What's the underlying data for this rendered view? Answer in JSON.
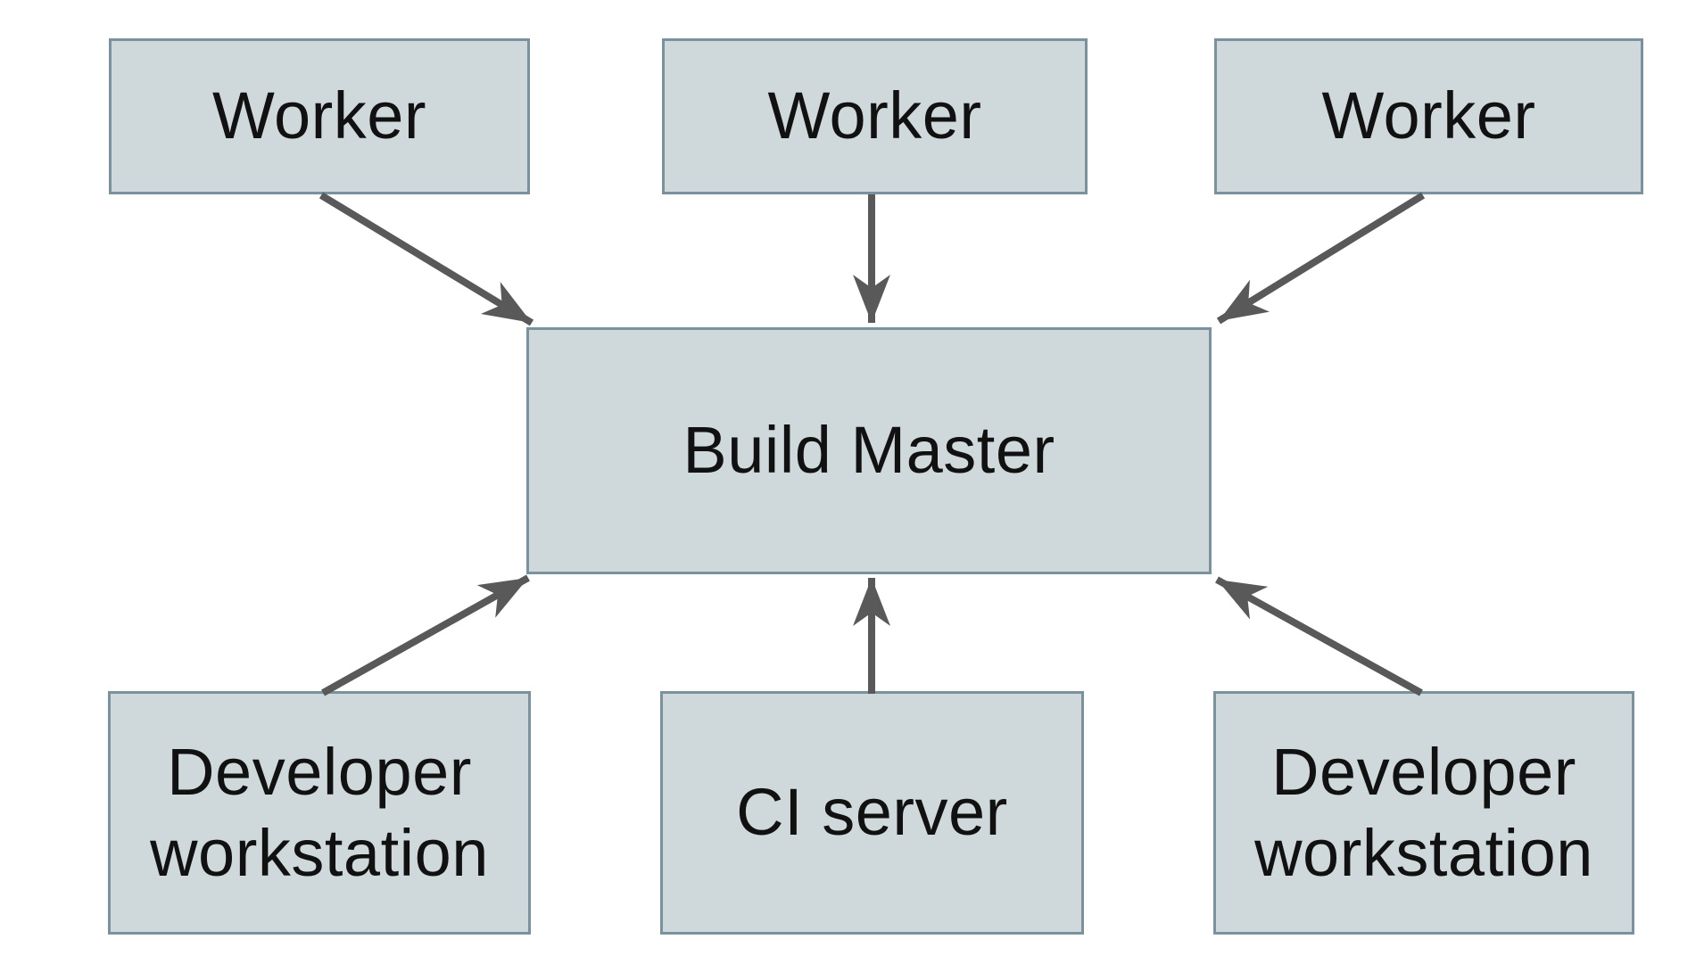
{
  "diagram": {
    "type": "architecture-diagram",
    "nodes": [
      {
        "id": "worker-top-left",
        "label": "Worker"
      },
      {
        "id": "worker-top-center",
        "label": "Worker"
      },
      {
        "id": "worker-top-right",
        "label": "Worker"
      },
      {
        "id": "build-master",
        "label": "Build Master"
      },
      {
        "id": "developer-workstation-left",
        "label": "Developer workstation"
      },
      {
        "id": "ci-server",
        "label": "CI server"
      },
      {
        "id": "developer-workstation-right",
        "label": "Developer workstation"
      }
    ],
    "edges": [
      {
        "from": "worker-top-left",
        "to": "build-master"
      },
      {
        "from": "worker-top-center",
        "to": "build-master"
      },
      {
        "from": "worker-top-right",
        "to": "build-master"
      },
      {
        "from": "developer-workstation-left",
        "to": "build-master"
      },
      {
        "from": "ci-server",
        "to": "build-master"
      },
      {
        "from": "developer-workstation-right",
        "to": "build-master"
      }
    ]
  },
  "colors": {
    "background": "#ffffff",
    "box_fill": "#cfd8da",
    "box_border": "#7a929d",
    "arrow": "#595959",
    "text": "#111111"
  }
}
